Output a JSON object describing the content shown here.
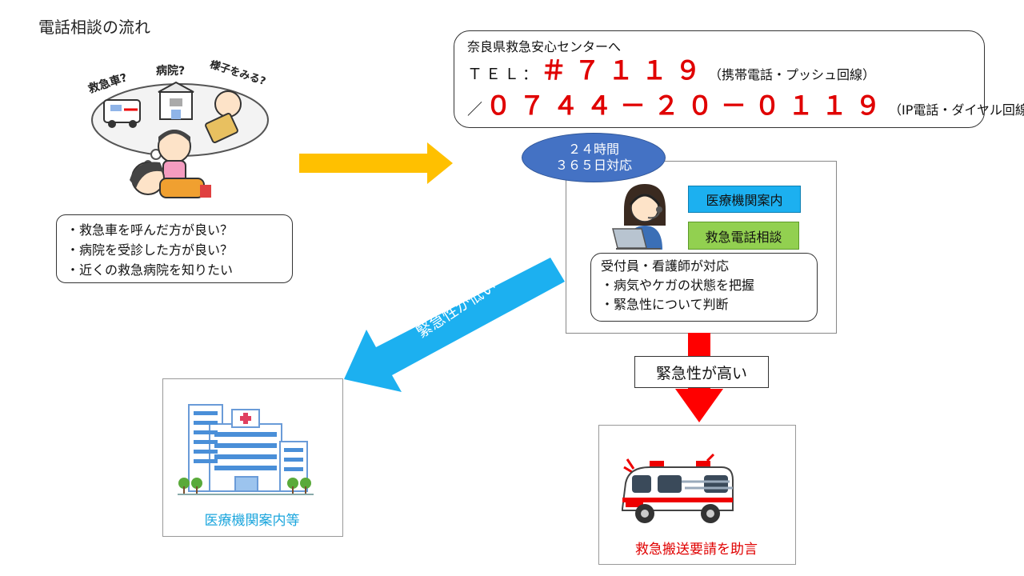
{
  "title": "電話相談の流れ",
  "concerns": [
    "・救急車を呼んだ方が良い？",
    "・病院を受診した方が良い？",
    "・近くの救急病院を知りたい"
  ],
  "thought_bubbles": [
    "救急車?",
    "病院?",
    "様子をみる?"
  ],
  "contact": {
    "intro": "奈良県救急安心センターへ",
    "tel_prefix": "ＴＥＬ：",
    "tel_short": "＃７１１９",
    "tel_short_note": "（携帯電話・プッシュ回線）",
    "tel_sep": "／",
    "tel_long": "０７４４－２０－０１１９",
    "tel_long_note": "（IP電話・ダイヤル回線）"
  },
  "hours": {
    "line1": "２４時間",
    "line2": "３６５日対応"
  },
  "services": {
    "medical_guide": "医療機関案内",
    "emergency_consult": "救急電話相談"
  },
  "staff": {
    "line1": "受付員・看護師が対応",
    "line2": "・病気やケガの状態を把握",
    "line3": "・緊急性について判断"
  },
  "urgency": {
    "low": "緊急性が低い",
    "high": "緊急性が高い"
  },
  "outcomes": {
    "low": "医療機関案内等",
    "high": "救急搬送要請を助言"
  },
  "colors": {
    "accent_red": "#e00000",
    "arrow_yellow": "#ffc000",
    "arrow_blue": "#1cb0f0",
    "ellipse_blue": "#4472c4",
    "service_blue": "#1cb0f0",
    "service_green": "#92d050"
  }
}
